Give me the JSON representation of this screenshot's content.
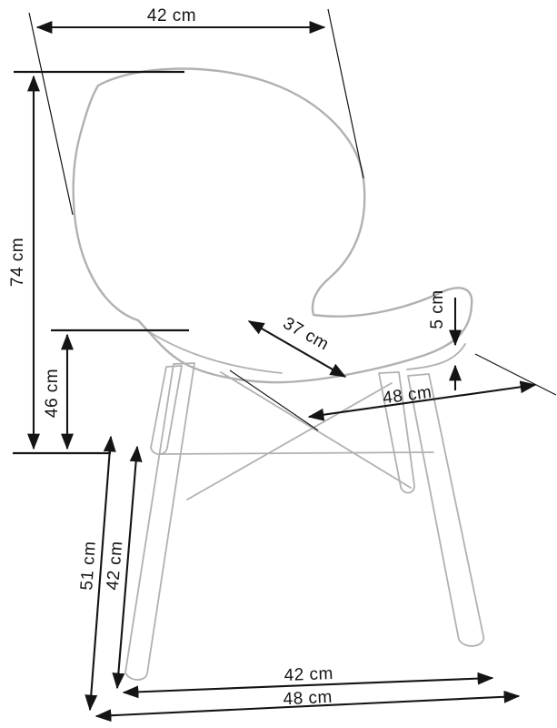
{
  "title": "Chair dimensions diagram",
  "unit": "cm",
  "colors": {
    "background": "#ffffff",
    "outline_gray": "#b1b1b1",
    "dimension": "#141414"
  },
  "labels": {
    "top_width": "42 cm",
    "total_height": "74 cm",
    "seat_height": "46 cm",
    "seat_width": "37 cm",
    "edge_thickness": "5 cm",
    "seat_depth": "48 cm",
    "front_leg_length": "51 cm",
    "rear_leg_length": "42 cm",
    "base_width": "42 cm",
    "base_depth": "48 cm"
  },
  "dimensions_cm": {
    "top_width": 42,
    "total_height": 74,
    "seat_height": 46,
    "seat_width": 37,
    "edge_thickness": 5,
    "seat_depth": 48,
    "front_leg_length": 51,
    "rear_leg_length": 42,
    "base_width": 42,
    "base_depth": 48
  }
}
